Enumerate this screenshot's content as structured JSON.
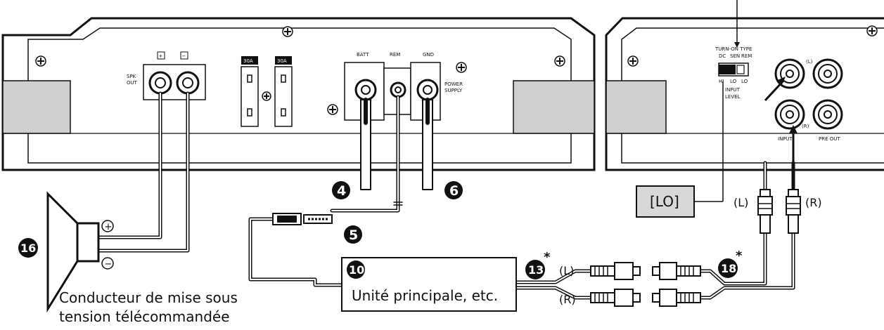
{
  "amp_left": {
    "spk_out": {
      "plus": "+",
      "minus": "−",
      "label_line1": "SPK",
      "label_line2": "OUT"
    },
    "fuses": [
      "30A",
      "30A"
    ],
    "power": {
      "batt": "BATT",
      "rem": "REM",
      "gnd": "GND",
      "supply_line1": "POWER",
      "supply_line2": "SUPPLY"
    }
  },
  "amp_right": {
    "turn_on_type": {
      "title": "TURN-ON TYPE",
      "options": [
        "DC",
        "SEN",
        "REM"
      ]
    },
    "input_level": {
      "options": [
        "HI",
        "LO",
        "LO"
      ],
      "label_line1": "INPUT",
      "label_line2": "LEVEL"
    },
    "rca": {
      "left": "(L)",
      "right": "(R)",
      "input": "INPUT",
      "pre_out": "PRE OUT"
    }
  },
  "callouts": {
    "n4": "4",
    "n5": "5",
    "n6": "6",
    "n10": "10",
    "n13": "13",
    "n16": "16",
    "n18": "18",
    "star": "*"
  },
  "speaker": {
    "plus": "+",
    "minus": "−"
  },
  "lo_box": "[LO]",
  "labels": {
    "left_upper": "(L)",
    "right_upper": "(R)",
    "left_lower": "(L)",
    "right_lower": "(R)"
  },
  "head_unit": {
    "line1": "Unité principale, etc."
  },
  "caption": {
    "line1": "Conducteur de mise sous",
    "line2": "tension télécommandée"
  }
}
